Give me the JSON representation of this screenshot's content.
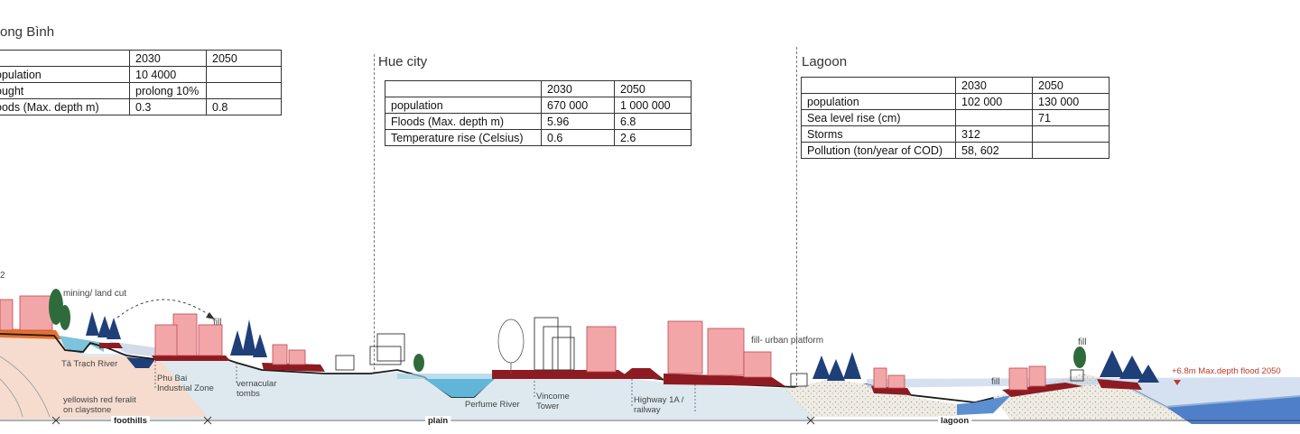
{
  "regions": [
    {
      "title": "ong Bình",
      "header": [
        "",
        "2030",
        "2050"
      ],
      "rows": [
        [
          "opulation",
          "10 4000",
          ""
        ],
        [
          "ought",
          "prolong 10%",
          ""
        ],
        [
          "oods (Max. depth m)",
          "0.3",
          "0.8"
        ]
      ]
    },
    {
      "title": "Hue city",
      "header": [
        "",
        "2030",
        "2050"
      ],
      "rows": [
        [
          "population",
          "670 000",
          "1 000 000"
        ],
        [
          "Floods (Max. depth m)",
          "5.96",
          "6.8"
        ],
        [
          "Temperature rise (Celsius)",
          "0.6",
          "2.6"
        ]
      ]
    },
    {
      "title": "Lagoon",
      "header": [
        "",
        "2030",
        "2050"
      ],
      "rows": [
        [
          "population",
          "102 000",
          "130 000"
        ],
        [
          "Sea level rise (cm)",
          "",
          "71"
        ],
        [
          "Storms",
          "312",
          ""
        ],
        [
          "Pollution (ton/year of COD)",
          "58, 602",
          ""
        ]
      ]
    }
  ],
  "section": {
    "labels": {
      "mining": "mining/ land cut",
      "fill_a": "fill",
      "ta_trach": "Tả Trạch River",
      "phu_bai_1": "Phu Bai",
      "phu_bai_2": "Industrial Zone",
      "vernacular_1": "vernacular",
      "vernacular_2": "tombs",
      "soil_1": "yellowish red feralit",
      "soil_2": "on claystone",
      "perfume": "Perfume River",
      "vincome_1": "Vincome",
      "vincome_2": "Tower",
      "highway_1": "Highway 1A /",
      "highway_2": "railway",
      "urban_platform": "fill- urban platform",
      "fill_b": "fill",
      "fill_c": "fill",
      "flood_note": "+6.8m Max.depth flood 2050",
      "digit_2": "2"
    },
    "zones": [
      "foothills",
      "plain",
      "lagoon"
    ],
    "colors": {
      "ground_light": "#dde9ef",
      "soil": "#f6dccf",
      "platform_red": "#8e1b22",
      "building_pink": "#f3a6a8",
      "water_blue": "#7cc3dc",
      "lagoon_water": "#5b8fcf",
      "sand": "#ece8dd",
      "tree_blue": "#1f3f78",
      "orange_fill": "#e8702a"
    }
  }
}
